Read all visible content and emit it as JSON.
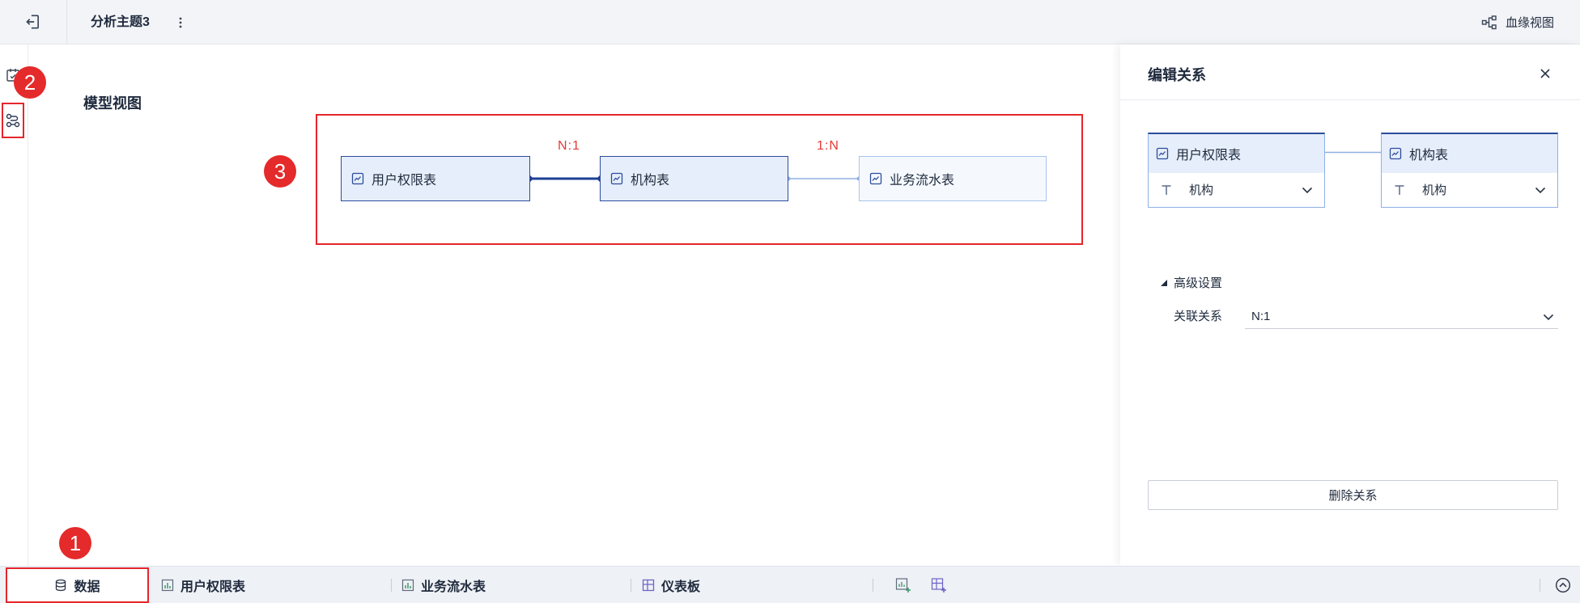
{
  "app": {
    "title": "分析主题3",
    "lineage_label": "血缘视图"
  },
  "model_view": {
    "title": "模型视图",
    "tables": [
      {
        "name": "用户权限表",
        "selected": true
      },
      {
        "name": "机构表",
        "selected": true
      },
      {
        "name": "业务流水表",
        "selected": false
      }
    ],
    "relations": [
      {
        "from": "用户权限表",
        "to": "机构表",
        "label": "N:1"
      },
      {
        "from": "机构表",
        "to": "业务流水表",
        "label": "1:N"
      }
    ]
  },
  "edit_panel": {
    "title": "编辑关系",
    "left_table": {
      "name": "用户权限表",
      "field": "机构"
    },
    "right_table": {
      "name": "机构表",
      "field": "机构"
    },
    "advanced_label": "高级设置",
    "relation_label": "关联关系",
    "relation_value": "N:1",
    "delete_label": "删除关系"
  },
  "bottom_tabs": [
    {
      "label": "数据",
      "icon": "database-icon",
      "active": true
    },
    {
      "label": "用户权限表",
      "icon": "chart-icon",
      "active": false
    },
    {
      "label": "业务流水表",
      "icon": "chart-icon",
      "active": false
    },
    {
      "label": "仪表板",
      "icon": "dashboard-icon",
      "active": false
    }
  ],
  "annotations": [
    "1",
    "2",
    "3"
  ],
  "icons": [
    "exit-icon",
    "more-vertical-icon",
    "lineage-icon",
    "clipboard-check-icon",
    "relation-icon",
    "table-icon",
    "close-icon",
    "chevron-down-icon",
    "text-type-icon",
    "triangle-icon",
    "database-icon",
    "chart-icon",
    "dashboard-icon",
    "add-chart-icon",
    "add-dashboard-icon",
    "collapse-up-icon"
  ],
  "colors": {
    "accent": "#2c4c9c",
    "accent_light": "#e6eefb",
    "annotation_red": "#e5262b",
    "relation_label": "#e53935"
  }
}
